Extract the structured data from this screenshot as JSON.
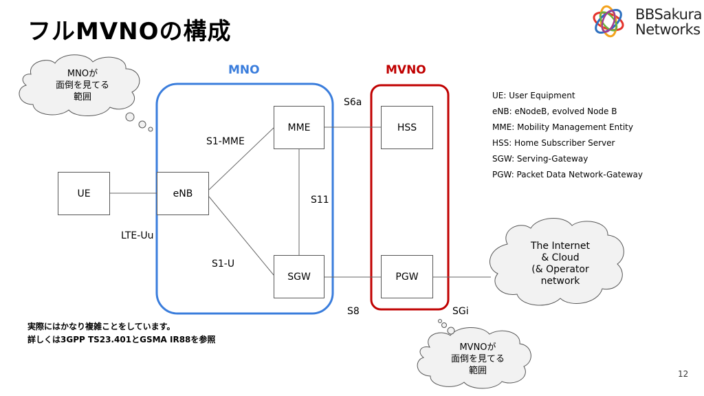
{
  "title": "フルMVNOの構成",
  "logo": {
    "line1": "BBSakura",
    "line2": "Networks"
  },
  "groups": {
    "mno": {
      "label": "MNO",
      "color": "#3a7ddc"
    },
    "mvno": {
      "label": "MVNO",
      "color": "#c00000"
    }
  },
  "nodes": {
    "ue": "UE",
    "enb": "eNB",
    "mme": "MME",
    "sgw": "SGW",
    "hss": "HSS",
    "pgw": "PGW"
  },
  "links": {
    "lte_uu": "LTE-Uu",
    "s1_mme": "S1-MME",
    "s1_u": "S1-U",
    "s11": "S11",
    "s6a": "S6a",
    "s8": "S8",
    "sgi": "SGi"
  },
  "legend": [
    "UE: User Equipment",
    "eNB: eNodeB, evolved Node B",
    "MME: Mobility Management Entity",
    "HSS: Home Subscriber Server",
    "SGW: Serving-Gateway",
    "PGW: Packet Data Network-Gateway"
  ],
  "clouds": {
    "mno_scope": [
      "MNOが",
      "面倒を見てる",
      "範囲"
    ],
    "mvno_scope": [
      "MVNOが",
      "面倒を見てる",
      "範囲"
    ],
    "internet": [
      "The Internet",
      "& Cloud",
      "(& Operator",
      "network"
    ]
  },
  "note": {
    "line1": "実際にはかなり複雑ことをしています。",
    "line2": "詳しくは3GPP TS23.401とGSMA IR88を参照"
  },
  "page_number": "12"
}
